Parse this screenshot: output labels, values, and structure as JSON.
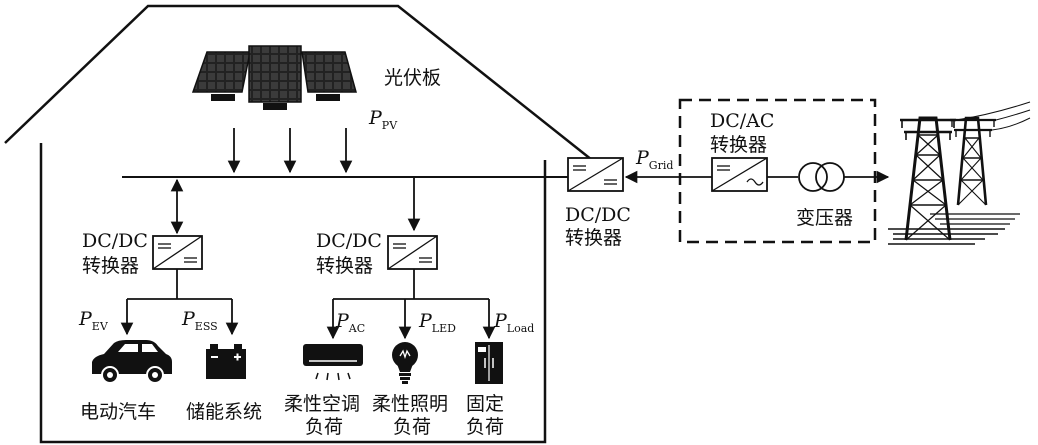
{
  "labels": {
    "pv_panel": "光伏板",
    "dcdc_line1": "DC/DC",
    "dcdc_line2": "转换器",
    "dcac_line1": "DC/AC",
    "dcac_line2": "转换器",
    "transformer": "变压器",
    "ev": "电动汽车",
    "storage": "储能系统",
    "ac_line1": "柔性空调",
    "ac_line2": "负荷",
    "led_line1": "柔性照明",
    "led_line2": "负荷",
    "fixed_line1": "固定",
    "fixed_line2": "负荷"
  },
  "powers": {
    "p_letter": "P",
    "pv": "PV",
    "grid": "Grid",
    "ev": "EV",
    "ess": "ESS",
    "ac": "AC",
    "led": "LED",
    "load": "Load"
  },
  "icons": {
    "pv_panel": "solar-panel-icon",
    "converter": "converter-box-icon",
    "transformer": "transformer-icon",
    "tower": "transmission-tower-icon",
    "car": "car-icon",
    "battery": "battery-icon",
    "air_conditioner": "air-conditioner-icon",
    "bulb": "light-bulb-icon",
    "fridge": "refrigerator-icon"
  }
}
